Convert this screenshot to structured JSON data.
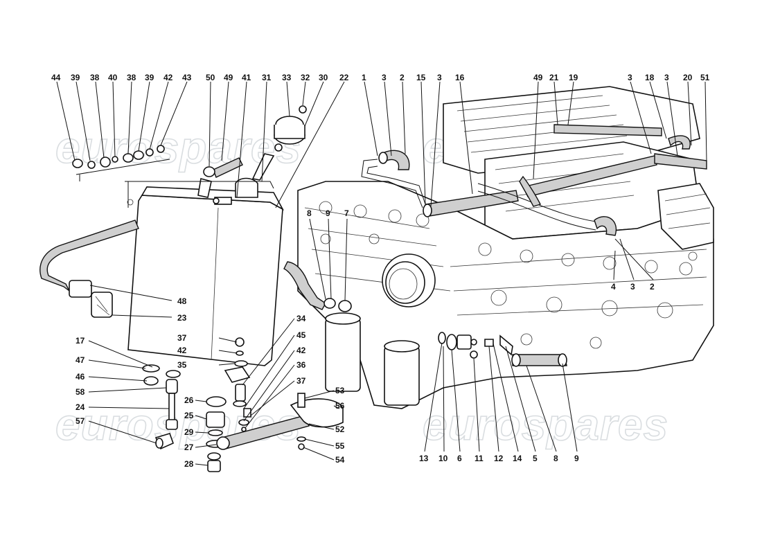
{
  "watermark": {
    "text": "eurospares"
  },
  "callouts": {
    "top_left": [
      "44",
      "39",
      "38",
      "40",
      "38",
      "39",
      "42",
      "43",
      "50",
      "49",
      "41",
      "31",
      "33",
      "32",
      "30",
      "22"
    ],
    "top_mid": [
      "1",
      "3",
      "2",
      "15",
      "3",
      "16"
    ],
    "top_right": [
      "49",
      "21",
      "19",
      "3",
      "18",
      "3",
      "20",
      "51"
    ],
    "left_side": [
      "48",
      "23",
      "17",
      "47",
      "46",
      "58",
      "24",
      "57",
      "28",
      "26",
      "25",
      "29",
      "27"
    ],
    "tank_side": [
      "37",
      "42",
      "35",
      "34",
      "45",
      "42",
      "36",
      "37",
      "53",
      "56",
      "52",
      "55",
      "54"
    ],
    "mid_block": [
      "8",
      "9",
      "7",
      "4",
      "3",
      "2"
    ],
    "bottom_row": [
      "13",
      "10",
      "6",
      "11",
      "12",
      "14",
      "5",
      "8",
      "9"
    ]
  }
}
